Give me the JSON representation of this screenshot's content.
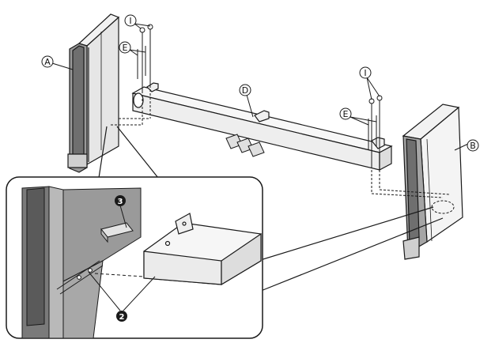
{
  "diagram": {
    "part_labels": {
      "panel_left": "A",
      "panel_right": "B",
      "crossbar": "D",
      "screws_left": "E",
      "screws_right": "E",
      "bolt_left": "I",
      "bolt_right": "I"
    },
    "callouts": {
      "bracket": "3",
      "holes": "2"
    },
    "colors": {
      "line": "#1a1a1a",
      "panel_face": "#f2f2f2",
      "panel_dark": "#8a8a8a",
      "panel_mid": "#c8c8c8",
      "inset_bg": "#ffffff"
    }
  }
}
